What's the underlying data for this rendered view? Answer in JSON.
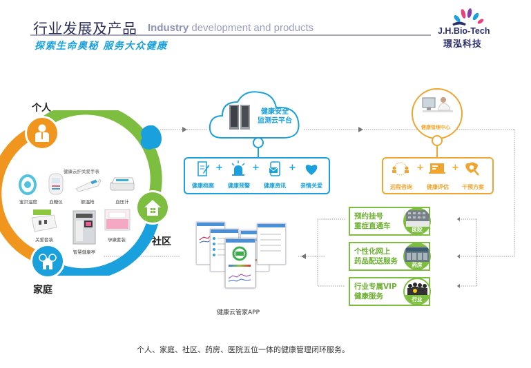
{
  "header": {
    "title_cn": "行业发展及产品",
    "title_en_bold": "Industry",
    "title_en_rest": " development and products",
    "slogan": "探索生命奥秘  服务大众健康",
    "logo_en": "J.H.Bio-Tech",
    "logo_cn": "璟泓科技"
  },
  "colors": {
    "orange": "#f0a530",
    "green": "#7dbd3f",
    "blue": "#1aa0dc",
    "navy": "#2a2e6a"
  },
  "ring": {
    "nodes": [
      {
        "label": "个人",
        "icon": "person-icon",
        "color": "#f0961e"
      },
      {
        "label": "社区",
        "icon": "house-icon",
        "color": "#7dbd3f"
      },
      {
        "label": "家庭",
        "icon": "family-icon",
        "color": "#1aa0dc"
      }
    ],
    "devices_title": "健康云护关爱手表",
    "devices": [
      "宝贝温度",
      "血糖仪",
      "额温枪",
      "血压计",
      "关爱套装",
      "智慧健康亭",
      "孕康套装"
    ]
  },
  "cloud_platform": {
    "title_line1": "健康安全",
    "title_line2": "监测云平台",
    "icon": "server-icon",
    "items": [
      {
        "label": "健康档案",
        "icon": "notebook-icon"
      },
      {
        "label": "健康预警",
        "icon": "alarm-light-icon"
      },
      {
        "label": "健康资讯",
        "icon": "phone-message-icon"
      },
      {
        "label": "亲情关爱",
        "icon": "heart-icon"
      }
    ],
    "plus": "+"
  },
  "management_center": {
    "title": "健康管理中心",
    "icon": "doctor-computer-icon",
    "items": [
      {
        "label": "远程咨询",
        "icon": "consult-people-icon"
      },
      {
        "label": "健康评估",
        "icon": "laptop-icon"
      },
      {
        "label": "干预方案",
        "icon": "heart-magnifier-icon"
      }
    ],
    "plus": "+"
  },
  "services": [
    {
      "line1": "预约挂号",
      "line2": "重症直通车",
      "tag": "医院"
    },
    {
      "line1": "个性化网上",
      "line2": "药品配送服务",
      "tag": "药房"
    },
    {
      "line1": "行业专属VIP",
      "line2": "健康服务",
      "tag": "行业"
    }
  ],
  "app": {
    "label": "健康云管家APP"
  },
  "footer": {
    "text": "个人、家庭、社区、药房、医院五位一体的健康管理闭环服务。"
  }
}
